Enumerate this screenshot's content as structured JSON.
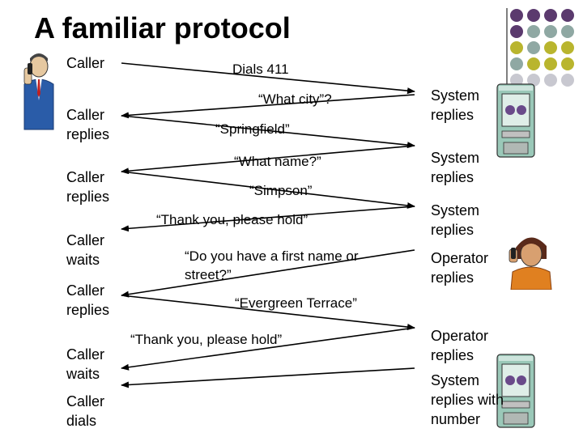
{
  "title": "A familiar protocol",
  "left_labels": [
    {
      "line1": "Caller",
      "line2": ""
    },
    {
      "line1": "Caller",
      "line2": "replies"
    },
    {
      "line1": "Caller",
      "line2": "replies"
    },
    {
      "line1": "Caller",
      "line2": "waits"
    },
    {
      "line1": "Caller",
      "line2": "replies"
    },
    {
      "line1": "Caller",
      "line2": "waits"
    },
    {
      "line1": "Caller",
      "line2": "dials"
    }
  ],
  "messages": [
    "Dials 411",
    "“What city”?",
    "“Springfield”",
    "“What name?”",
    "“Simpson”",
    "“Thank you, please hold”",
    "“Do you have a first name or street?”",
    "“Evergreen Terrace”",
    "“Thank you, please hold”"
  ],
  "right_labels": [
    {
      "line1": "System",
      "line2": "replies"
    },
    {
      "line1": "System",
      "line2": "replies"
    },
    {
      "line1": "System",
      "line2": "replies"
    },
    {
      "line1": "Operator",
      "line2": "replies"
    },
    {
      "line1": "Operator",
      "line2": "replies"
    },
    {
      "line1": "System",
      "line2": "replies with",
      "line3": "number"
    }
  ],
  "colors": {
    "dot_purple": "#5b3a6e",
    "dot_teal": "#8fa8a3",
    "dot_olive": "#b9b52e",
    "dot_grey": "#c8c8d0"
  },
  "icons": [
    "caller-person-icon",
    "operator-person-icon",
    "switchboard-computer-icon"
  ]
}
